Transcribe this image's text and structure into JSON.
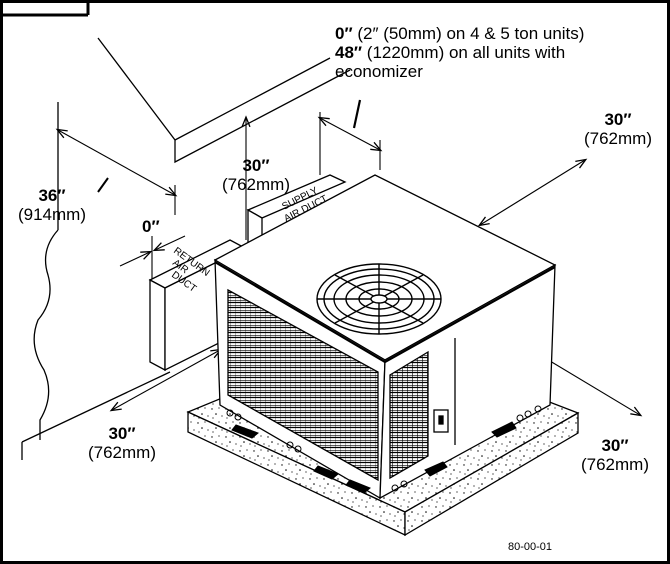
{
  "labels": {
    "top_right": {
      "line1_bold": "0″",
      "line1_rest": " (2″ (50mm) on 4 & 5 ton units)",
      "line2_bold": "48″",
      "line2_rest": " (1220mm) on all units with",
      "line3": "economizer"
    },
    "center_top": {
      "value": "30″",
      "metric": "(762mm)"
    },
    "left": {
      "value": "36″",
      "metric": "(914mm)"
    },
    "return_gap": {
      "value": "0″"
    },
    "right_top": {
      "value": "30″",
      "metric": "(762mm)"
    },
    "bottom_left": {
      "value": "30″",
      "metric": "(762mm)"
    },
    "bottom_right": {
      "value": "30″",
      "metric": "(762mm)"
    },
    "supply_duct": {
      "line1": "SUPPLY",
      "line2": "AIR DUCT"
    },
    "return_duct": {
      "line1": "RETURN",
      "line2": "AIR",
      "line3": "DUCT"
    },
    "figure_id": "80-00-01"
  }
}
